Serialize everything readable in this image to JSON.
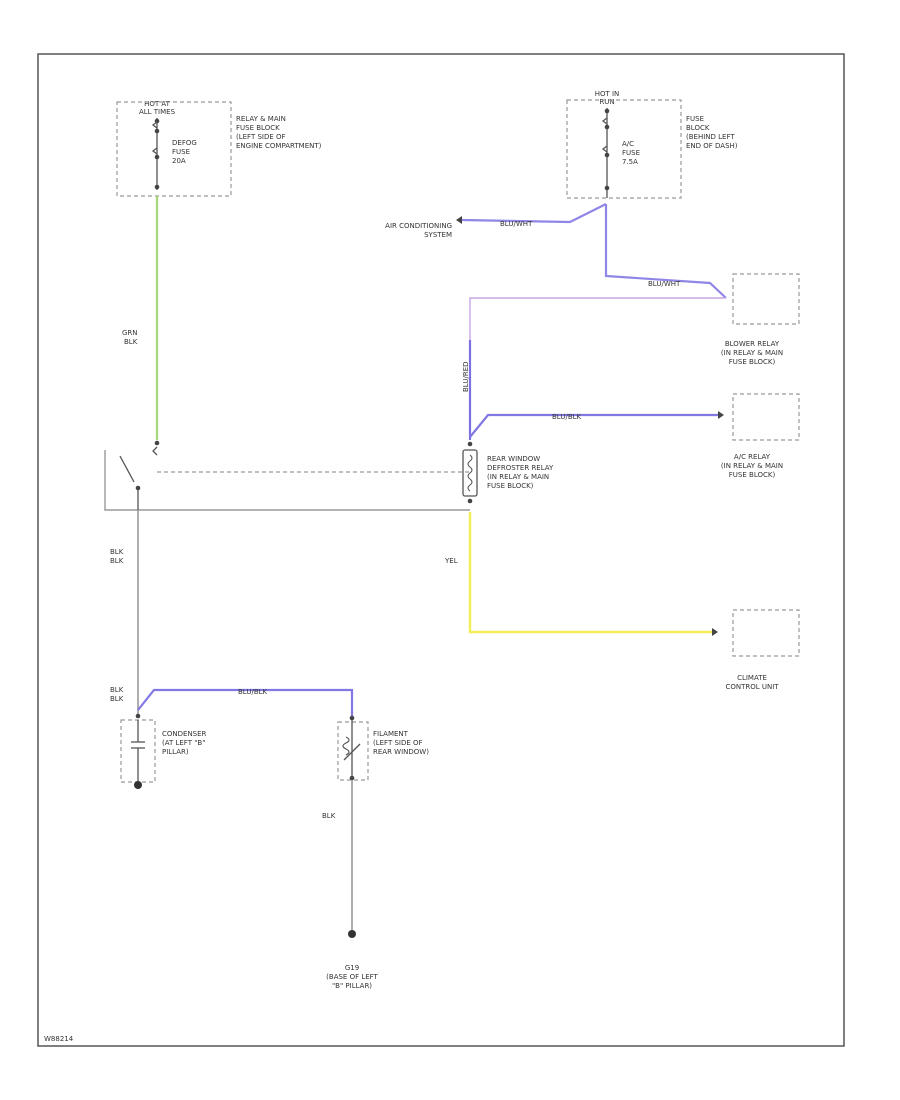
{
  "colors": {
    "grn_blk": "#a6d87a",
    "blu_wht": "#8f86e6",
    "blu_red": "#7c72df",
    "blu_blk": "#8178e3",
    "vio_link": "#c9a6e6",
    "yel": "#f2ef56",
    "blk": "#9a9a9a",
    "frame": "#555555"
  },
  "power_sources": [
    {
      "id": "hot-all-times",
      "header_lines": [
        "HOT AT",
        "ALL TIMES"
      ],
      "fuse_lines": [
        "DEFOG",
        "FUSE",
        "20A"
      ],
      "location_lines": [
        "RELAY & MAIN",
        "FUSE BLOCK",
        "(LEFT SIDE OF",
        "ENGINE COMPARTMENT)"
      ]
    },
    {
      "id": "hot-in-run",
      "header_lines": [
        "HOT IN",
        "RUN"
      ],
      "fuse_lines": [
        "A/C",
        "FUSE",
        "7.5A"
      ],
      "location_lines": [
        "FUSE",
        "BLOCK",
        "(BEHIND LEFT",
        "END OF DASH)"
      ]
    }
  ],
  "wires": {
    "grn_blk": [
      "GRN",
      "BLK"
    ],
    "blu_wht_top": "BLU/WHT",
    "blu_wht_blower": "BLU/WHT",
    "blu_red_vertical": "BLU/RED",
    "blu_blk_ac": "BLU/BLK",
    "yel": "YEL",
    "blk_blk_upper": [
      "BLK",
      "BLK"
    ],
    "blk_blk_lower": [
      "BLK",
      "BLK"
    ],
    "blu_blk_filament": "BLU/BLK",
    "blk_ground": "BLK"
  },
  "components": {
    "ac_system": [
      "AIR CONDITIONING",
      "SYSTEM"
    ],
    "blower_relay": [
      "BLOWER RELAY",
      "(IN RELAY & MAIN",
      "FUSE BLOCK)"
    ],
    "ac_relay": [
      "A/C RELAY",
      "(IN RELAY & MAIN",
      "FUSE BLOCK)"
    ],
    "defroster_relay": [
      "REAR WINDOW",
      "DEFROSTER RELAY",
      "(IN RELAY & MAIN",
      "FUSE BLOCK)"
    ],
    "climate_unit": [
      "CLIMATE",
      "CONTROL UNIT"
    ],
    "condenser": [
      "CONDENSER",
      "(AT LEFT \"B\"",
      "PILLAR)"
    ],
    "filament": [
      "FILAMENT",
      "(LEFT SIDE OF",
      "REAR WINDOW)"
    ],
    "ground": [
      "G19",
      "(BASE OF LEFT",
      "\"B\" PILLAR)"
    ]
  },
  "footer_code": "W88214"
}
